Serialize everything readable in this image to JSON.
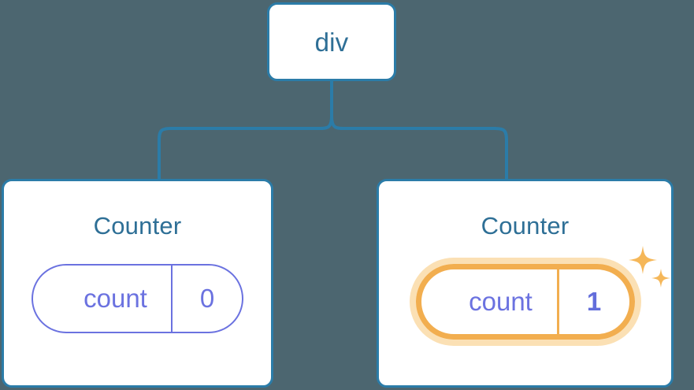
{
  "diagram": {
    "background_color": "#4c6670",
    "node_border_color": "#2b7ca8",
    "node_fill_color": "#ffffff",
    "title_color": "#2e6f96",
    "pill_color": "#6b72e0",
    "highlight_color": "#f2ae4f",
    "highlight_glow_color": "#fbe0b4",
    "value_highlight_color": "#636edb",
    "connector_color": "#2b7ca8"
  },
  "root": {
    "label": "div"
  },
  "children": [
    {
      "title": "Counter",
      "state_key": "count",
      "state_value": "0",
      "highlighted": false,
      "sparkles": false
    },
    {
      "title": "Counter",
      "state_key": "count",
      "state_value": "1",
      "highlighted": true,
      "sparkles": true
    }
  ]
}
